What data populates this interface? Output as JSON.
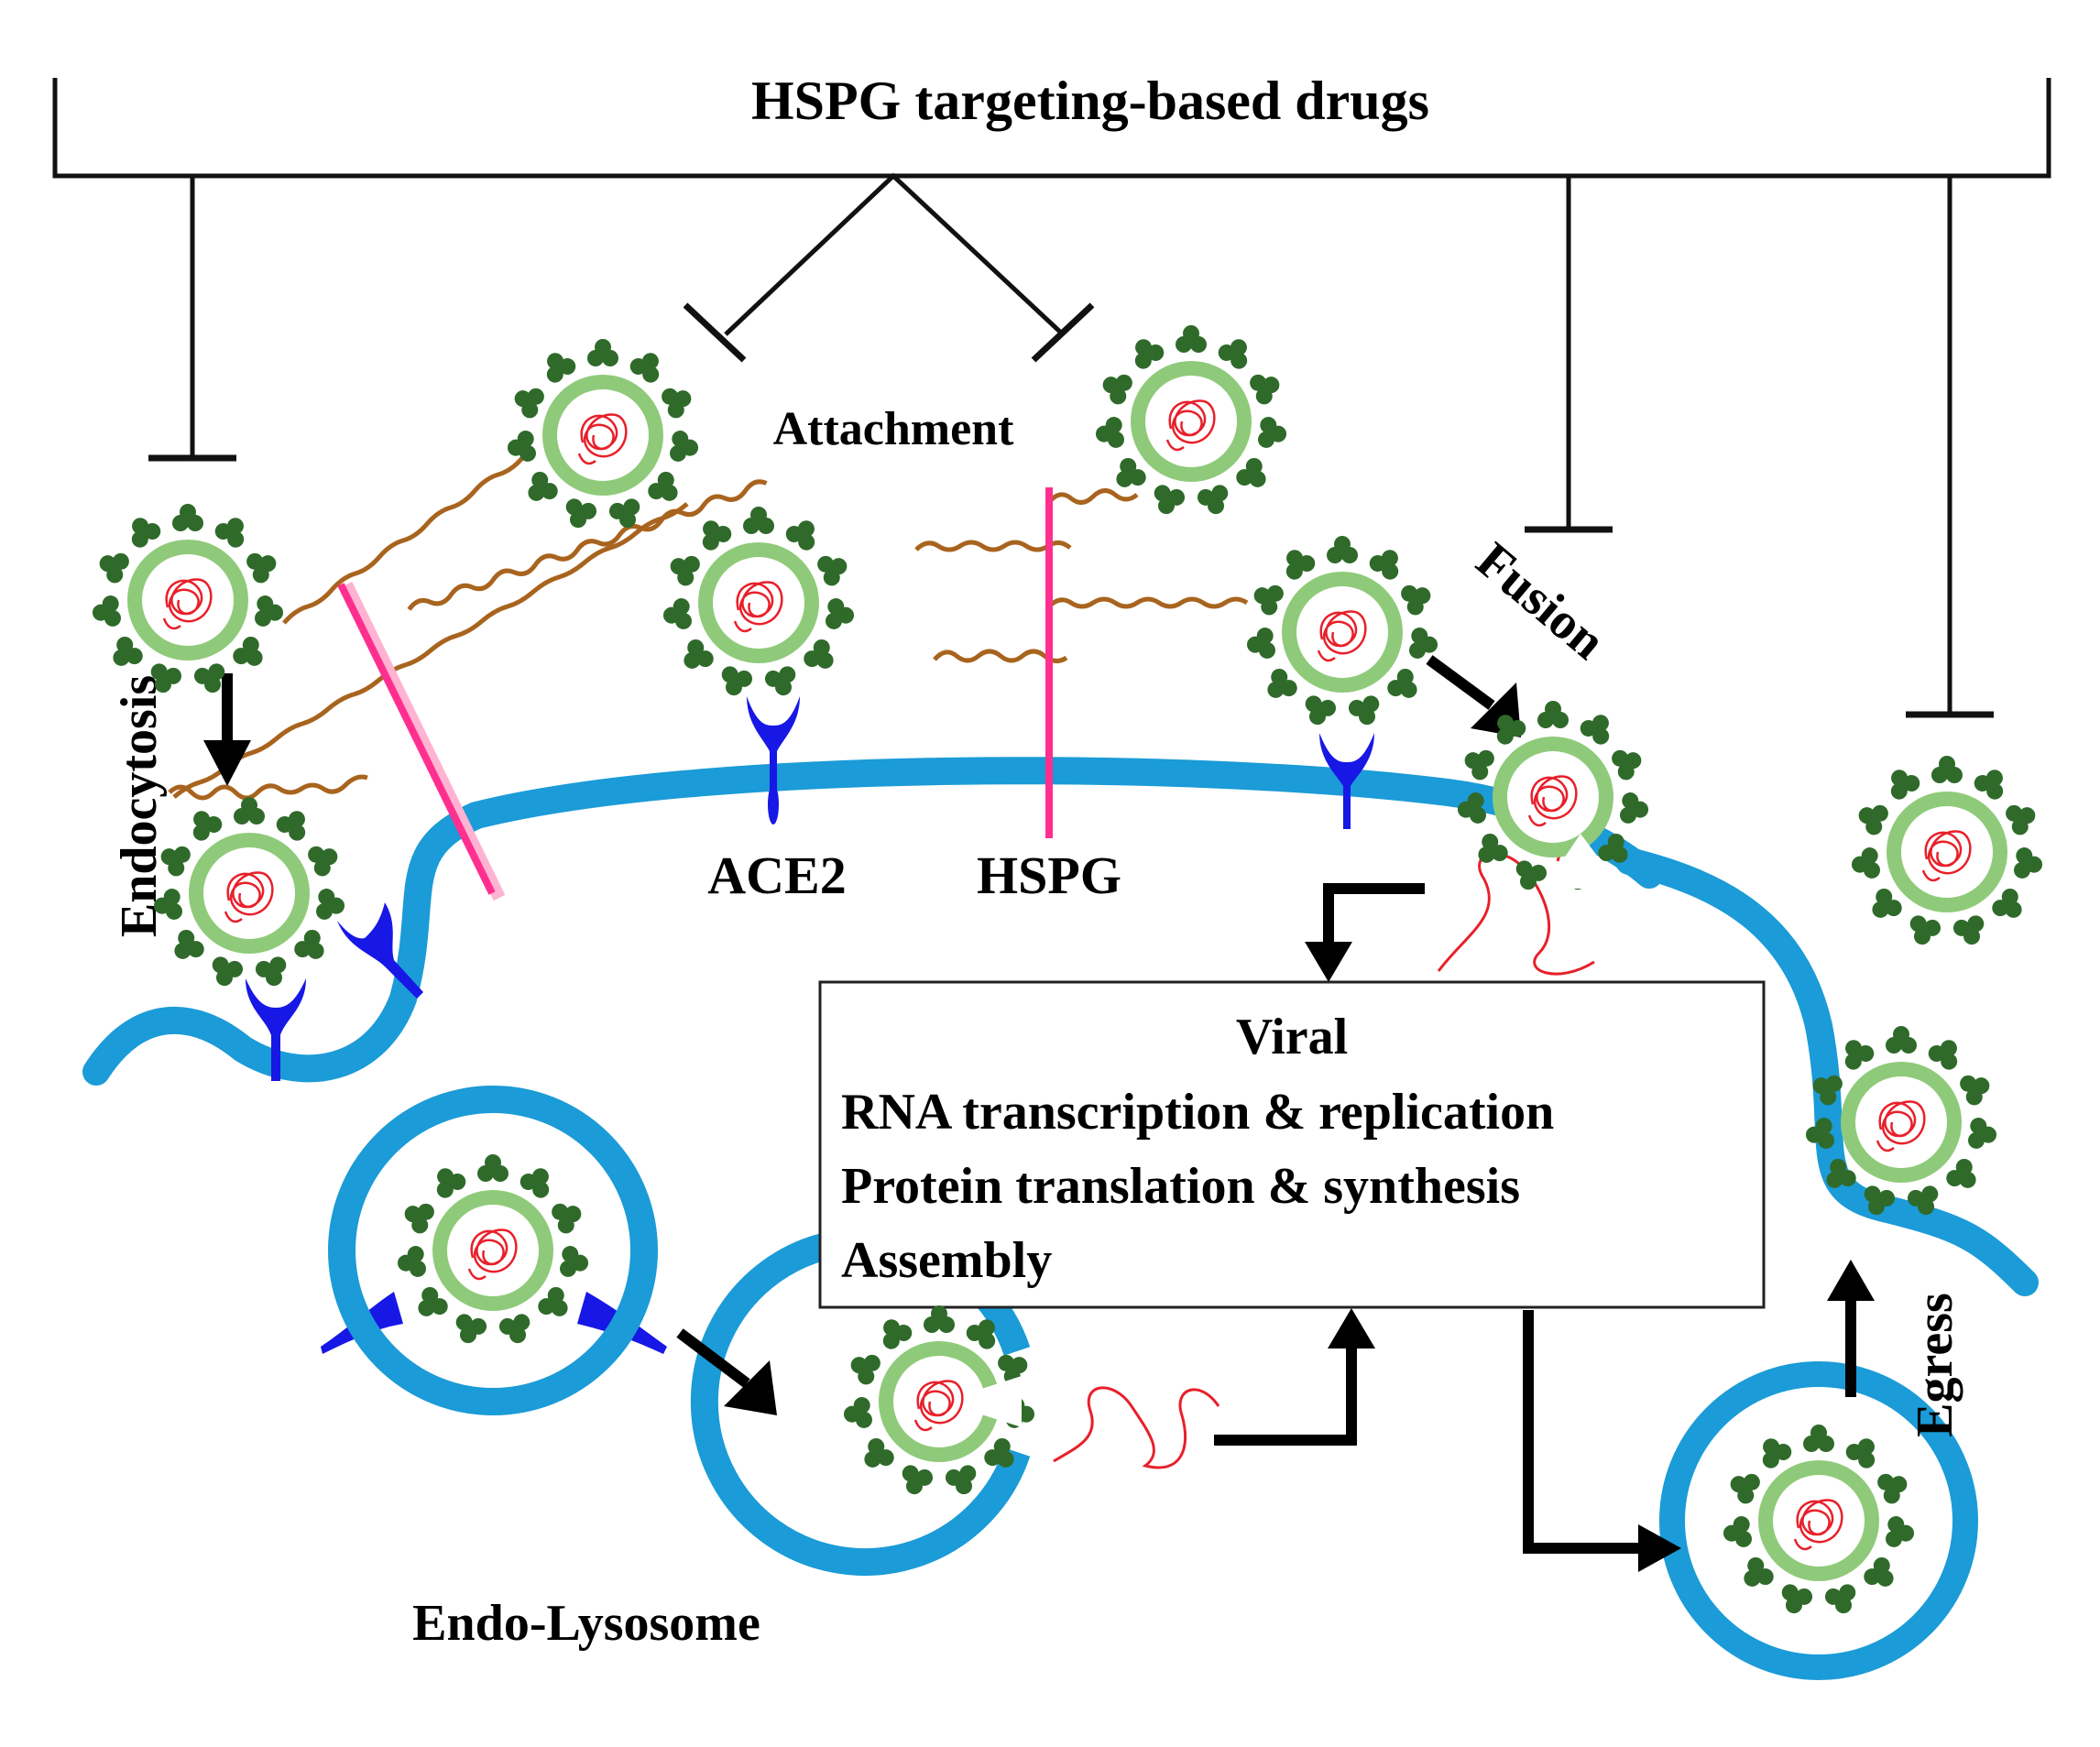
{
  "diagram": {
    "drug_title": "HSPG targeting-based drugs",
    "steps": {
      "attachment": "Attachment",
      "endocytosis": "Endocytosis",
      "fusion": "Fusion",
      "egress": "Egress",
      "endo_lysosome": "Endo-Lysosome"
    },
    "receptors": {
      "ace2": "ACE2",
      "hspg": "HSPG"
    },
    "process_box": {
      "line1": "Viral",
      "line2": "RNA transcription & replication",
      "line3": "Protein translation & synthesis",
      "line4": "Assembly"
    },
    "colors": {
      "membrane": "#1b9bd7",
      "receptor": "#1717e6",
      "hspg_core": "#ff2f8f",
      "hspg_chain": "#a8641e",
      "spike": "#2f6a2a",
      "envelope": "#8fca7a",
      "rna": "#e8202a"
    }
  }
}
